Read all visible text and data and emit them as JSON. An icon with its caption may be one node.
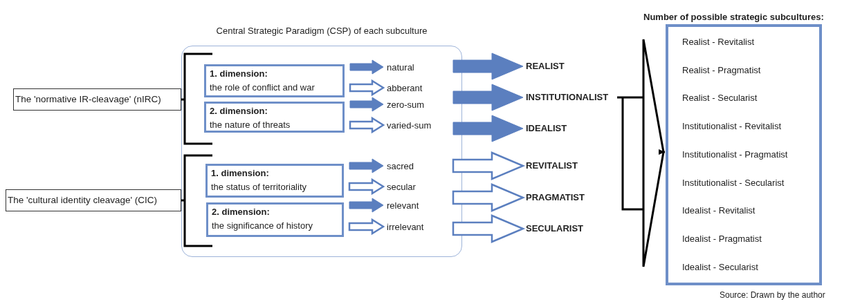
{
  "diagram": {
    "nodes": [
      {
        "text": [
          "The 'normative IR-cleavage' (nIRC)"
        ]
      },
      {
        "text": [
          "The 'cultural identity cleavage' (CIC)"
        ]
      },
      {
        "text": [
          "Central Strategic Paradigm (CSP) of each subculture"
        ]
      },
      {
        "text": [
          "1. dimension:",
          "the role of conflict and war"
        ],
        "in": 2
      },
      {
        "text": [
          "2. dimension:",
          "the nature of threats"
        ],
        "in": 2
      },
      {
        "text": [
          "1. dimension:",
          "the status of territoriality"
        ],
        "in": 2
      },
      {
        "text": [
          "2. dimension:",
          "the significance of history"
        ],
        "in": 2
      },
      {
        "text": [
          "natural"
        ],
        "in": 2
      },
      {
        "text": [
          "abberant"
        ],
        "in": 2
      },
      {
        "text": [
          "zero-sum"
        ],
        "in": 2
      },
      {
        "text": [
          "varied-sum"
        ],
        "in": 2
      },
      {
        "text": [
          "sacred"
        ],
        "in": 2
      },
      {
        "text": [
          "secular"
        ],
        "in": 2
      },
      {
        "text": [
          "relevant"
        ],
        "in": 2
      },
      {
        "text": [
          "irrelevant"
        ],
        "in": 2
      },
      {
        "text": [
          "REALIST"
        ]
      },
      {
        "text": [
          "INSTITUTIONALIST"
        ]
      },
      {
        "text": [
          "IDEALIST"
        ]
      },
      {
        "text": [
          "REVITALIST"
        ]
      },
      {
        "text": [
          "PRAGMATIST"
        ]
      },
      {
        "text": [
          "SECULARIST"
        ]
      },
      {
        "text": [
          "Number of possible strategic subcultures:",
          "Realist - Revitalist",
          "Realist - Pragmatist",
          "Realist - Secularist",
          "Institutionalist - Revitalist",
          "Institutionalist - Pragmatist",
          "Institutionalist - Secularist",
          "Idealist - Revitalist",
          "Idealist - Pragmatist",
          "Idealist - Secularist"
        ]
      }
    ],
    "edges": [
      {
        "from": 3,
        "to": 7,
        "arrow": "to",
        "style": "thick"
      },
      {
        "from": 3,
        "to": 8,
        "arrow": "to"
      },
      {
        "from": 4,
        "to": 9,
        "arrow": "to",
        "style": "thick"
      },
      {
        "from": 4,
        "to": 10,
        "arrow": "to"
      },
      {
        "from": 5,
        "to": 11,
        "arrow": "to",
        "style": "thick"
      },
      {
        "from": 5,
        "to": 12,
        "arrow": "to"
      },
      {
        "from": 6,
        "to": 13,
        "arrow": "to",
        "style": "thick"
      },
      {
        "from": 6,
        "to": 14,
        "arrow": "to"
      },
      {
        "from": null,
        "to": 15,
        "arrow": "to",
        "style": "thick"
      },
      {
        "from": null,
        "to": 16,
        "arrow": "to",
        "style": "thick"
      },
      {
        "from": null,
        "to": 17,
        "arrow": "to",
        "style": "thick"
      },
      {
        "from": null,
        "to": 18,
        "arrow": "to"
      },
      {
        "from": null,
        "to": 19,
        "arrow": "to"
      },
      {
        "from": null,
        "to": 20,
        "arrow": "to"
      },
      {
        "from": 16,
        "to": 21,
        "arrow": "to"
      }
    ],
    "caption": "Source: Drawn by the author"
  }
}
